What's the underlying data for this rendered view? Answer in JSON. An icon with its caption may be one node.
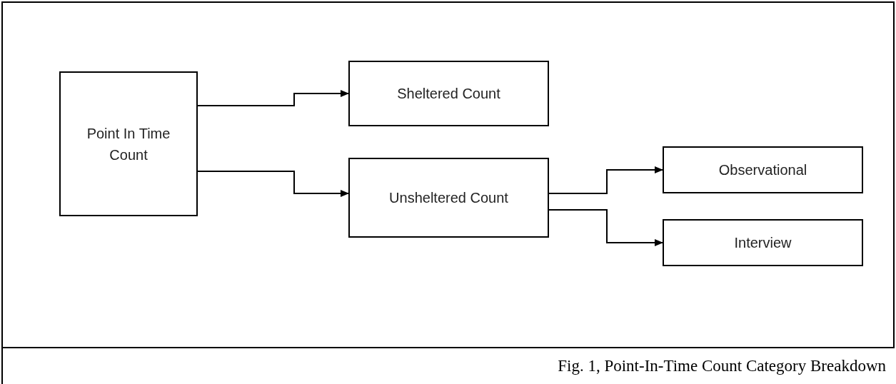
{
  "diagram": {
    "caption": "Fig. 1, Point-In-Time Count Category Breakdown",
    "nodes": [
      {
        "text": [
          "Point In Time Count"
        ]
      },
      {
        "text": [
          "Sheltered Count"
        ]
      },
      {
        "text": [
          "Unsheltered Count"
        ]
      },
      {
        "text": [
          "Observational"
        ]
      },
      {
        "text": [
          "Interview"
        ]
      }
    ],
    "edges": [
      {
        "from": 0,
        "to": 1,
        "arrow": "to"
      },
      {
        "from": 0,
        "to": 2,
        "arrow": "to"
      },
      {
        "from": 2,
        "to": 3,
        "arrow": "to"
      },
      {
        "from": 2,
        "to": 4,
        "arrow": "to"
      }
    ]
  }
}
